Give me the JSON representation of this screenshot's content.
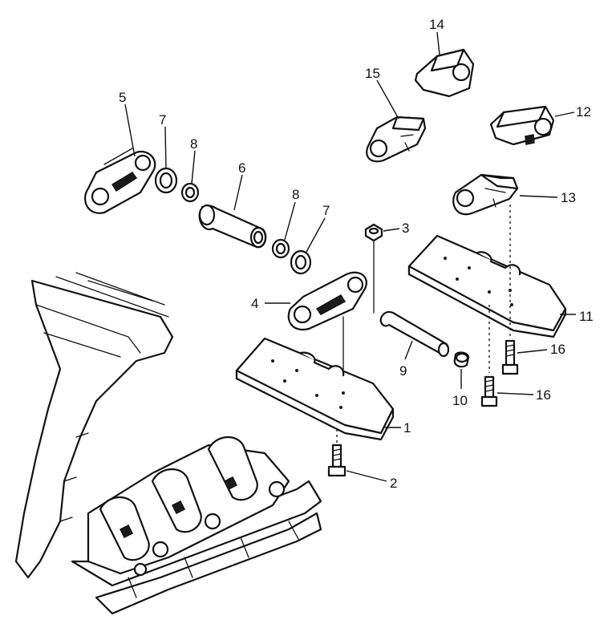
{
  "callouts": {
    "c1": "1",
    "c2": "2",
    "c3": "3",
    "c4": "4",
    "c5": "5",
    "c6": "6",
    "c7a": "7",
    "c7b": "7",
    "c8a": "8",
    "c8b": "8",
    "c9": "9",
    "c10": "10",
    "c11": "11",
    "c12": "12",
    "c13": "13",
    "c14": "14",
    "c15": "15",
    "c16a": "16",
    "c16b": "16"
  },
  "colors": {
    "line": "#111111",
    "background": "#ffffff"
  }
}
